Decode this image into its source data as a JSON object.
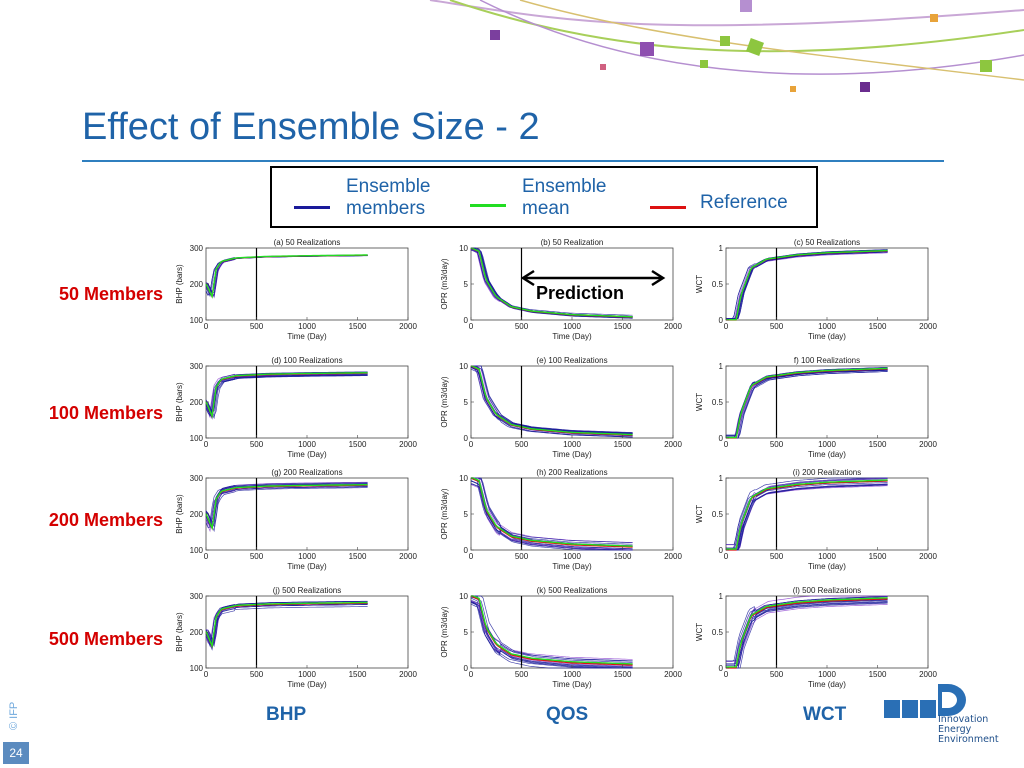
{
  "slide": {
    "title": "Effect of Ensemble Size - 2",
    "copyright": "© IFP",
    "page_number": "24",
    "logo_lines": [
      "Innovation",
      "Energy",
      "Environment"
    ],
    "prediction_label": "Prediction",
    "row_labels": [
      "50 Members",
      "100 Members",
      "200 Members",
      "500 Members"
    ],
    "column_labels": [
      "BHP",
      "QOS",
      "WCT"
    ],
    "legend": [
      {
        "label": "Ensemble\nmembers",
        "color": "#1a1a9a"
      },
      {
        "label": "Ensemble\nmean",
        "color": "#22dd22"
      },
      {
        "label": "Reference",
        "color": "#dd1111"
      }
    ],
    "colors": {
      "title": "#1f63a8",
      "row_label": "#d40000",
      "member": "#1a1a9a",
      "mean": "#22dd22",
      "reference": "#dd1111"
    }
  },
  "chart_data": [
    {
      "type": "line",
      "title": "(a) 50 Realizations",
      "xlabel": "Time (Day)",
      "ylabel": "BHP (bars)",
      "xlim": [
        0,
        2000
      ],
      "ylim": [
        100,
        300
      ],
      "xticks": [
        0,
        500,
        1000,
        1500,
        2000
      ],
      "yticks": [
        100,
        200,
        300
      ],
      "vline": 500,
      "kind": "bhp",
      "spread": 4,
      "series": [
        {
          "x": [
            0,
            60,
            100,
            150,
            300,
            600,
            1000,
            1600
          ],
          "y": [
            200,
            165,
            240,
            262,
            272,
            276,
            278,
            280
          ]
        }
      ]
    },
    {
      "type": "line",
      "title": "(b) 50 Realization",
      "xlabel": "Time (Day)",
      "ylabel": "OPR (m3/day)",
      "xlim": [
        0,
        2000
      ],
      "ylim": [
        0,
        10
      ],
      "xticks": [
        0,
        500,
        1000,
        1500,
        2000
      ],
      "yticks": [
        0,
        5,
        10
      ],
      "vline": 500,
      "kind": "qos",
      "spread": 0.3,
      "series": [
        {
          "x": [
            0,
            80,
            150,
            250,
            400,
            600,
            1000,
            1600
          ],
          "y": [
            10,
            9.5,
            5.5,
            3.2,
            1.8,
            1.2,
            0.7,
            0.4
          ]
        }
      ]
    },
    {
      "type": "line",
      "title": "(c) 50 Realizations",
      "xlabel": "Time (day)",
      "ylabel": "WCT",
      "xlim": [
        0,
        2000
      ],
      "ylim": [
        0,
        1
      ],
      "xticks": [
        0,
        500,
        1000,
        1500,
        2000
      ],
      "yticks": [
        0,
        0.5,
        1
      ],
      "vline": 500,
      "kind": "wct",
      "spread": 0.03,
      "series": [
        {
          "x": [
            0,
            100,
            150,
            250,
            400,
            700,
            1000,
            1600
          ],
          "y": [
            0,
            0,
            0.35,
            0.72,
            0.84,
            0.9,
            0.93,
            0.96
          ]
        }
      ]
    },
    {
      "type": "line",
      "title": "(d) 100 Realizations",
      "xlabel": "Time (Day)",
      "ylabel": "BHP (bars)",
      "xlim": [
        0,
        2000
      ],
      "ylim": [
        100,
        300
      ],
      "xticks": [
        0,
        500,
        1000,
        1500,
        2000
      ],
      "yticks": [
        100,
        200,
        300
      ],
      "vline": 500,
      "kind": "bhp",
      "spread": 8,
      "series": [
        {
          "x": [
            0,
            60,
            100,
            150,
            300,
            600,
            1000,
            1600
          ],
          "y": [
            200,
            160,
            240,
            262,
            272,
            276,
            278,
            280
          ]
        }
      ]
    },
    {
      "type": "line",
      "title": "(e) 100 Realizations",
      "xlabel": "Time (Day)",
      "ylabel": "OPR (m3/day)",
      "xlim": [
        0,
        2000
      ],
      "ylim": [
        0,
        10
      ],
      "xticks": [
        0,
        500,
        1000,
        1500,
        2000
      ],
      "yticks": [
        0,
        5,
        10
      ],
      "vline": 500,
      "kind": "qos",
      "spread": 0.5,
      "series": [
        {
          "x": [
            0,
            80,
            150,
            250,
            400,
            600,
            1000,
            1600
          ],
          "y": [
            10,
            9.5,
            5.5,
            3.2,
            1.8,
            1.2,
            0.7,
            0.4
          ]
        }
      ]
    },
    {
      "type": "line",
      "title": "f) 100 Realizations",
      "xlabel": "Time (day)",
      "ylabel": "WCT",
      "xlim": [
        0,
        2000
      ],
      "ylim": [
        0,
        1
      ],
      "xticks": [
        0,
        500,
        1000,
        1500,
        2000
      ],
      "yticks": [
        0,
        0.5,
        1
      ],
      "vline": 500,
      "kind": "wct",
      "spread": 0.05,
      "series": [
        {
          "x": [
            0,
            100,
            150,
            250,
            400,
            700,
            1000,
            1600
          ],
          "y": [
            0,
            0,
            0.35,
            0.72,
            0.84,
            0.9,
            0.93,
            0.96
          ]
        }
      ]
    },
    {
      "type": "line",
      "title": "(g) 200 Realizations",
      "xlabel": "Time (Day)",
      "ylabel": "BHP (bars)",
      "xlim": [
        0,
        2000
      ],
      "ylim": [
        100,
        300
      ],
      "xticks": [
        0,
        500,
        1000,
        1500,
        2000
      ],
      "yticks": [
        100,
        200,
        300
      ],
      "vline": 500,
      "kind": "bhp",
      "spread": 10,
      "series": [
        {
          "x": [
            0,
            60,
            100,
            150,
            300,
            600,
            1000,
            1600
          ],
          "y": [
            200,
            160,
            240,
            262,
            272,
            276,
            278,
            280
          ]
        }
      ]
    },
    {
      "type": "line",
      "title": "(h) 200 Realizations",
      "xlabel": "Time (Day)",
      "ylabel": "OPR (m3/day)",
      "xlim": [
        0,
        2000
      ],
      "ylim": [
        0,
        10
      ],
      "xticks": [
        0,
        500,
        1000,
        1500,
        2000
      ],
      "yticks": [
        0,
        5,
        10
      ],
      "vline": 500,
      "kind": "qos",
      "spread": 0.9,
      "series": [
        {
          "x": [
            0,
            80,
            150,
            250,
            400,
            600,
            1000,
            1600
          ],
          "y": [
            10,
            9.5,
            5.5,
            3.2,
            1.8,
            1.2,
            0.7,
            0.4
          ]
        }
      ]
    },
    {
      "type": "line",
      "title": "(i) 200 Realizations",
      "xlabel": "Time (day)",
      "ylabel": "WCT",
      "xlim": [
        0,
        2000
      ],
      "ylim": [
        0,
        1
      ],
      "xticks": [
        0,
        500,
        1000,
        1500,
        2000
      ],
      "yticks": [
        0,
        0.5,
        1
      ],
      "vline": 500,
      "kind": "wct",
      "spread": 0.08,
      "series": [
        {
          "x": [
            0,
            100,
            150,
            250,
            400,
            700,
            1000,
            1600
          ],
          "y": [
            0,
            0,
            0.35,
            0.72,
            0.84,
            0.9,
            0.93,
            0.96
          ]
        }
      ]
    },
    {
      "type": "line",
      "title": "(j) 500 Realizations",
      "xlabel": "Time (Day)",
      "ylabel": "BHP (bars)",
      "xlim": [
        0,
        2000
      ],
      "ylim": [
        100,
        300
      ],
      "xticks": [
        0,
        500,
        1000,
        1500,
        2000
      ],
      "yticks": [
        100,
        200,
        300
      ],
      "vline": 500,
      "kind": "bhp",
      "spread": 12,
      "series": [
        {
          "x": [
            0,
            60,
            100,
            150,
            300,
            600,
            1000,
            1600
          ],
          "y": [
            200,
            160,
            240,
            262,
            272,
            276,
            278,
            280
          ]
        }
      ]
    },
    {
      "type": "line",
      "title": "(k) 500 Realizations",
      "xlabel": "Time (Day)",
      "ylabel": "OPR (m3/day)",
      "xlim": [
        0,
        2000
      ],
      "ylim": [
        0,
        10
      ],
      "xticks": [
        0,
        500,
        1000,
        1500,
        2000
      ],
      "yticks": [
        0,
        5,
        10
      ],
      "vline": 500,
      "kind": "qos",
      "spread": 1.1,
      "series": [
        {
          "x": [
            0,
            80,
            150,
            250,
            400,
            600,
            1000,
            1600
          ],
          "y": [
            10,
            9.5,
            5.5,
            3.2,
            1.8,
            1.2,
            0.7,
            0.4
          ]
        }
      ]
    },
    {
      "type": "line",
      "title": "(l) 500 Realizations",
      "xlabel": "Time (day)",
      "ylabel": "WCT",
      "xlim": [
        0,
        2000
      ],
      "ylim": [
        0,
        1
      ],
      "xticks": [
        0,
        500,
        1000,
        1500,
        2000
      ],
      "yticks": [
        0,
        0.5,
        1
      ],
      "vline": 500,
      "kind": "wct",
      "spread": 0.1,
      "series": [
        {
          "x": [
            0,
            100,
            150,
            250,
            400,
            700,
            1000,
            1600
          ],
          "y": [
            0,
            0,
            0.35,
            0.72,
            0.84,
            0.9,
            0.93,
            0.96
          ]
        }
      ]
    }
  ]
}
